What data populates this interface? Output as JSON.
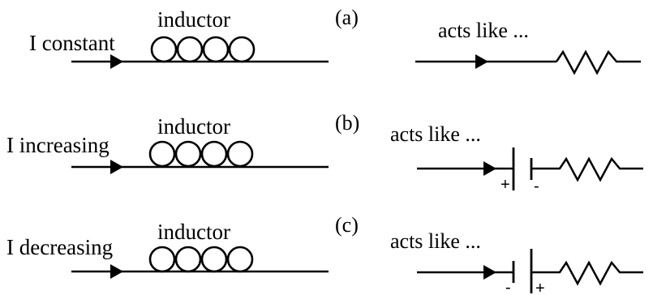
{
  "rows": [
    {
      "id": "a",
      "panel_label": "(a)",
      "current_label": "I constant",
      "inductor_label": "inductor",
      "equiv_label": "acts like ...",
      "equiv_type": "resistor",
      "signs": []
    },
    {
      "id": "b",
      "panel_label": "(b)",
      "current_label": "I increasing",
      "inductor_label": "inductor",
      "equiv_label": "acts like ...",
      "equiv_type": "battery-resistor",
      "signs": [
        "+",
        "-"
      ]
    },
    {
      "id": "c",
      "panel_label": "(c)",
      "current_label": "I decreasing",
      "inductor_label": "inductor",
      "equiv_label": "acts like ...",
      "equiv_type": "battery-resistor",
      "signs": [
        "-",
        "+"
      ]
    }
  ]
}
